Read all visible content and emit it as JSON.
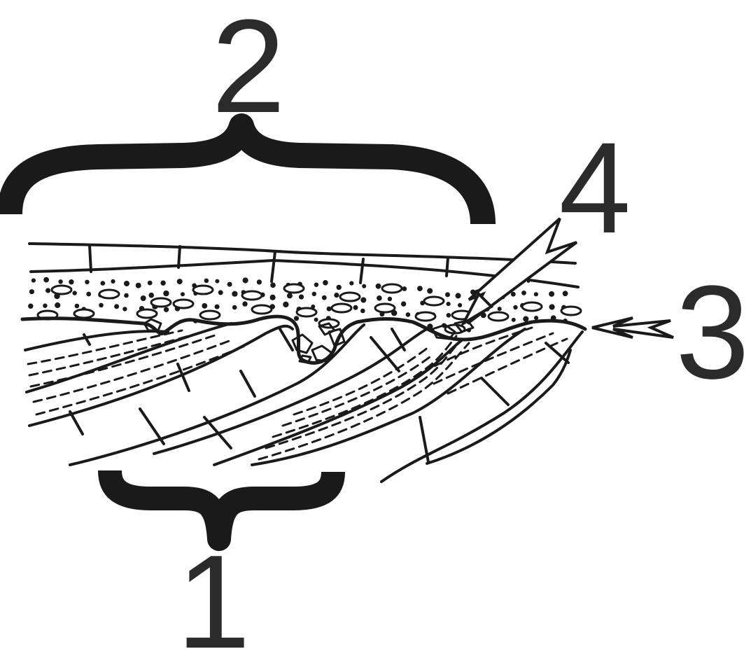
{
  "labels": {
    "one": "1",
    "two": "2",
    "three": "3",
    "four": "4"
  },
  "colors": {
    "ink": "#1a1a1a",
    "label": "#2b2b2b",
    "background": "#ffffff"
  }
}
